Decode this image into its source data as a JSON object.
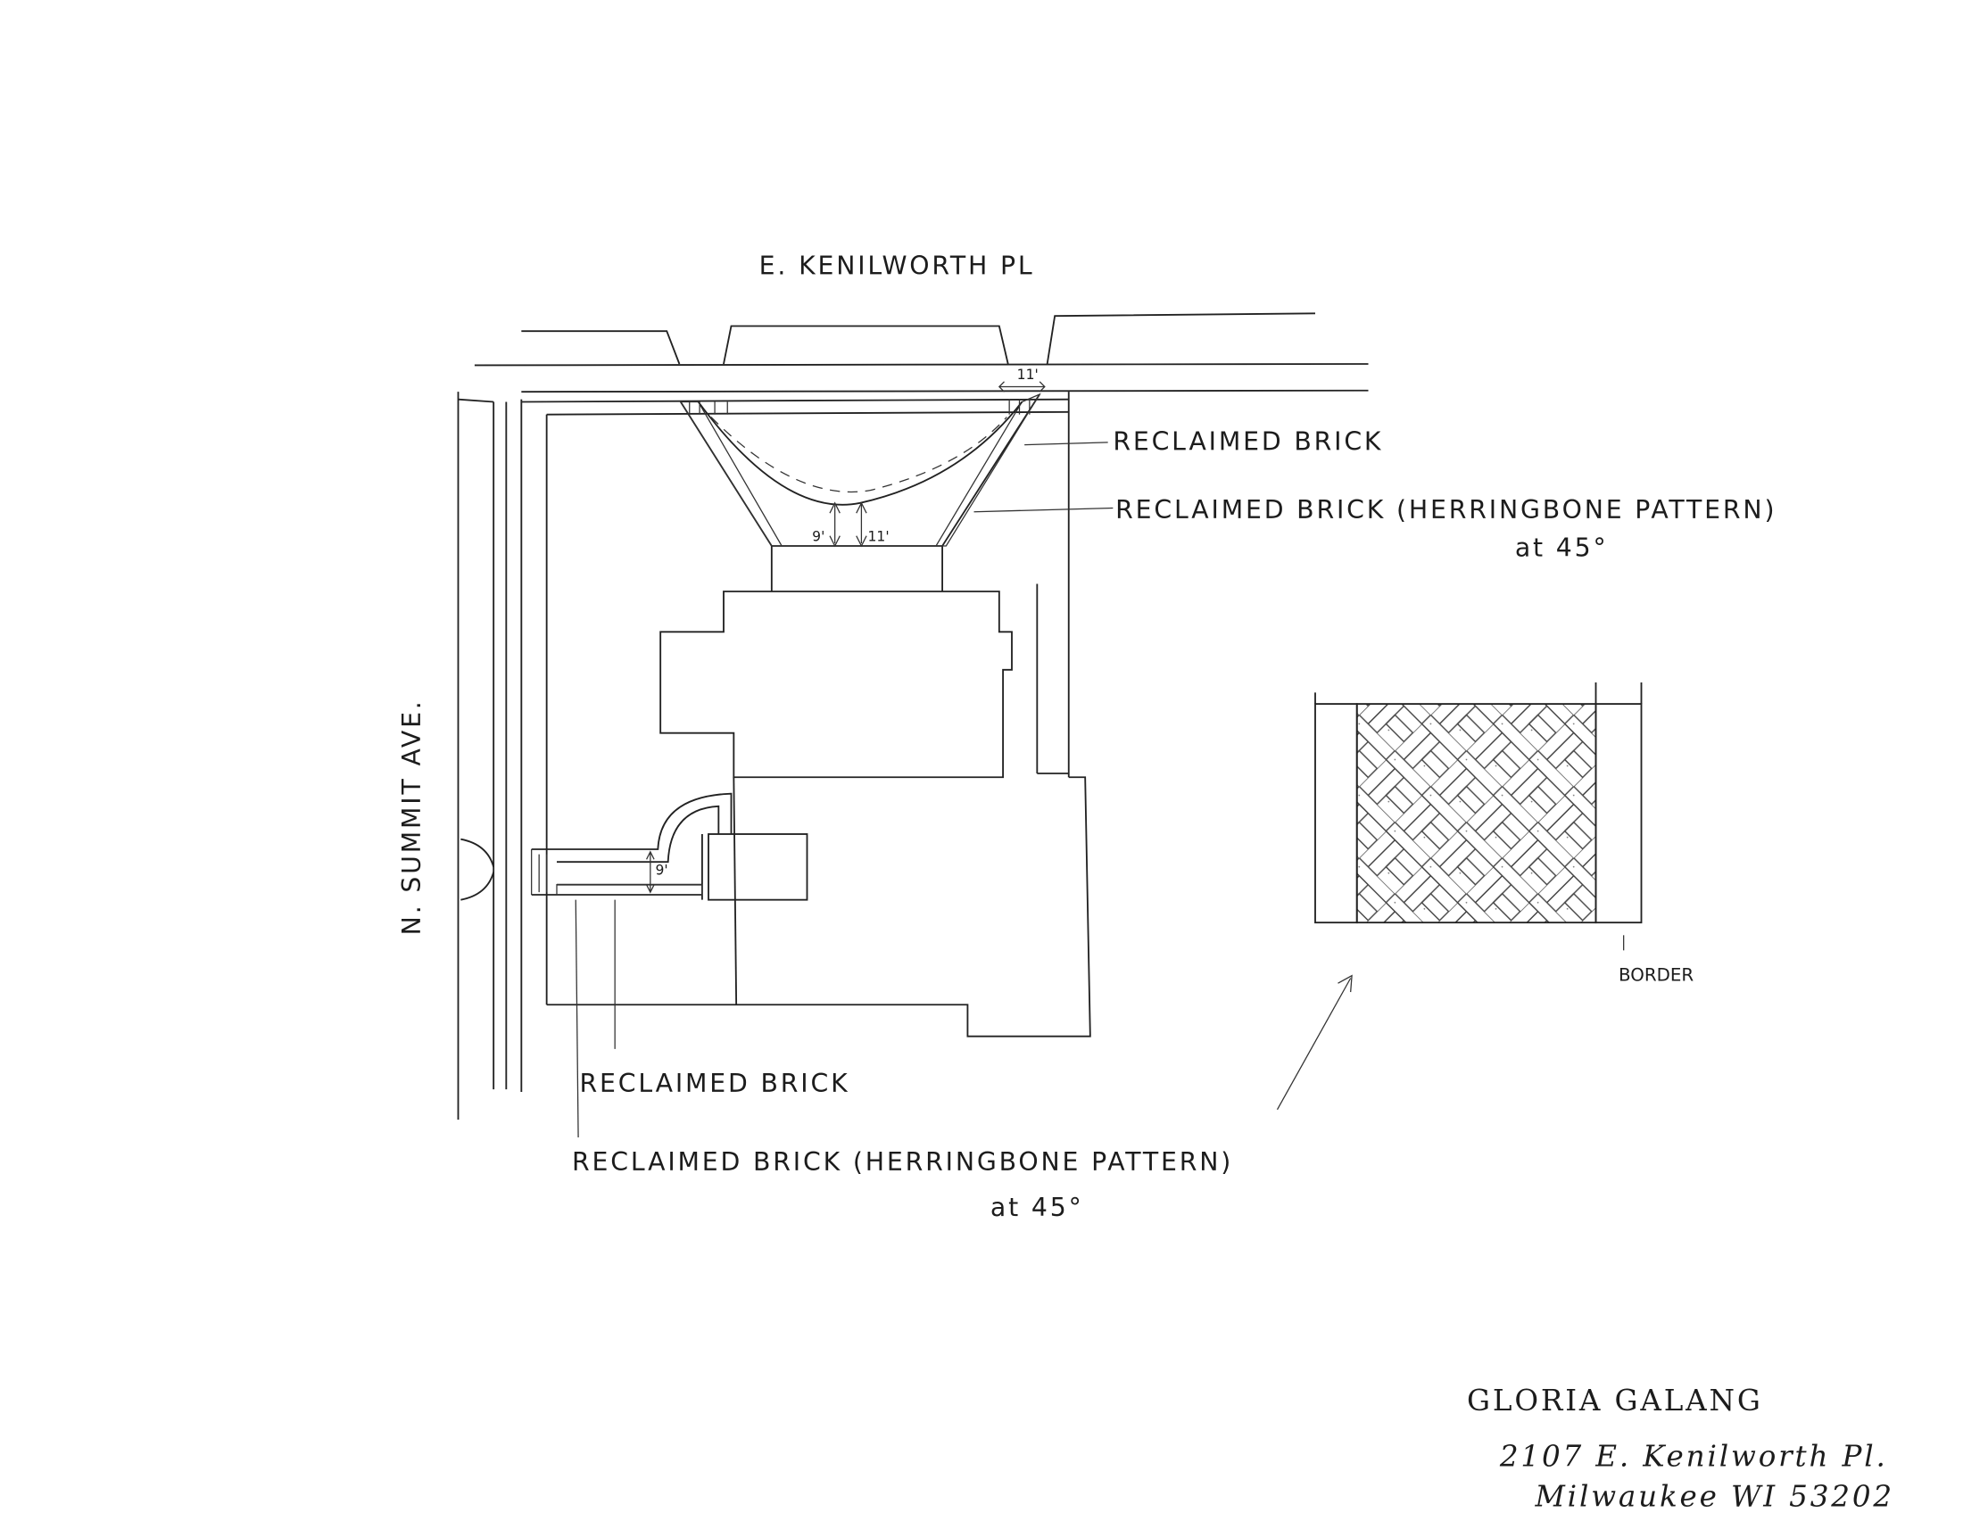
{
  "streets": {
    "north": "E. KENILWORTH PL",
    "west": "N. SUMMIT AVE."
  },
  "labels": {
    "driveway_border": "RECLAIMED  BRICK",
    "driveway_field": "RECLAIMED  BRICK  (HERRINGBONE PATTERN)",
    "driveway_angle": "at 45°",
    "walk_border": "RECLAIMED  BRICK",
    "walk_field": "RECLAIMED  BRICK  (HERRINGBONE PATTERN)",
    "walk_angle": "at 45°",
    "detail_border": "BORDER"
  },
  "dimensions": {
    "driveway_top_width": "11'",
    "driveway_depth_a": "9'",
    "driveway_depth_b": "11'",
    "walk_width": "9'"
  },
  "signature": {
    "name": "GLORIA  GALANG",
    "address_line1": "2107  E. Kenilworth Pl.",
    "address_line2": "Milwaukee  WI  53202"
  }
}
